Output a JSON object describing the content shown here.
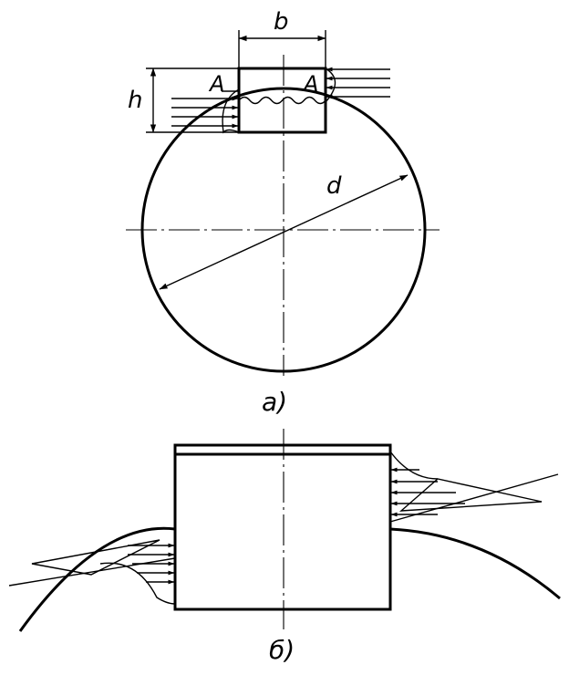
{
  "figure": {
    "labels": {
      "dim_b": "b",
      "dim_h": "h",
      "section_left": "A",
      "section_right": "A",
      "dim_d": "d",
      "caption_a": "a)",
      "caption_b": "б)"
    },
    "colors": {
      "ink": "#000000",
      "paper": "#ffffff"
    }
  }
}
